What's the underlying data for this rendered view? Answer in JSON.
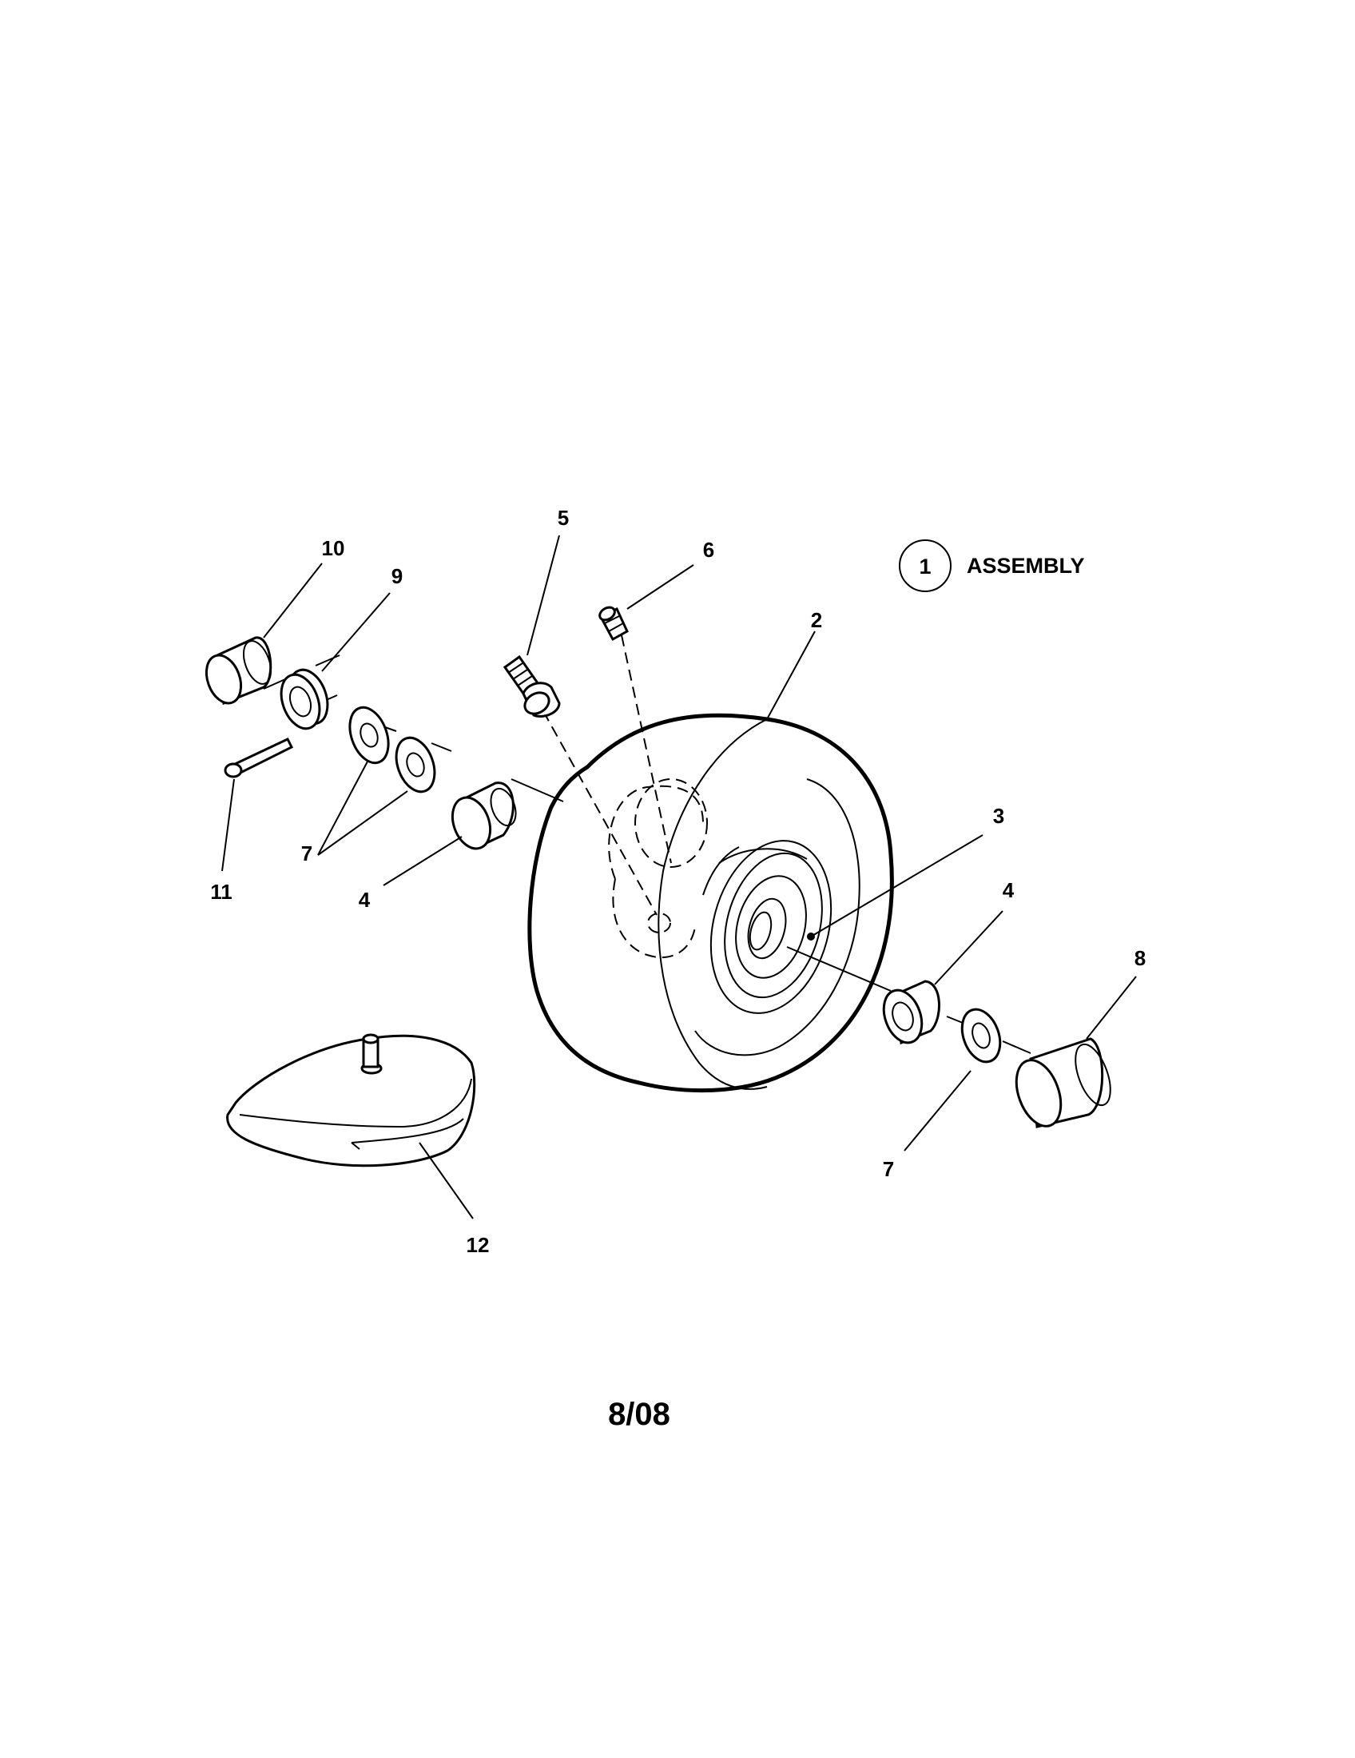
{
  "legend": {
    "number": "1",
    "text": "ASSEMBLY"
  },
  "callouts": {
    "c2": "2",
    "c3": "3",
    "c4a": "4",
    "c4b": "4",
    "c5": "5",
    "c6": "6",
    "c7a": "7",
    "c7b": "7",
    "c8": "8",
    "c9": "9",
    "c10": "10",
    "c11": "11",
    "c12": "12"
  },
  "revision": "8/08"
}
